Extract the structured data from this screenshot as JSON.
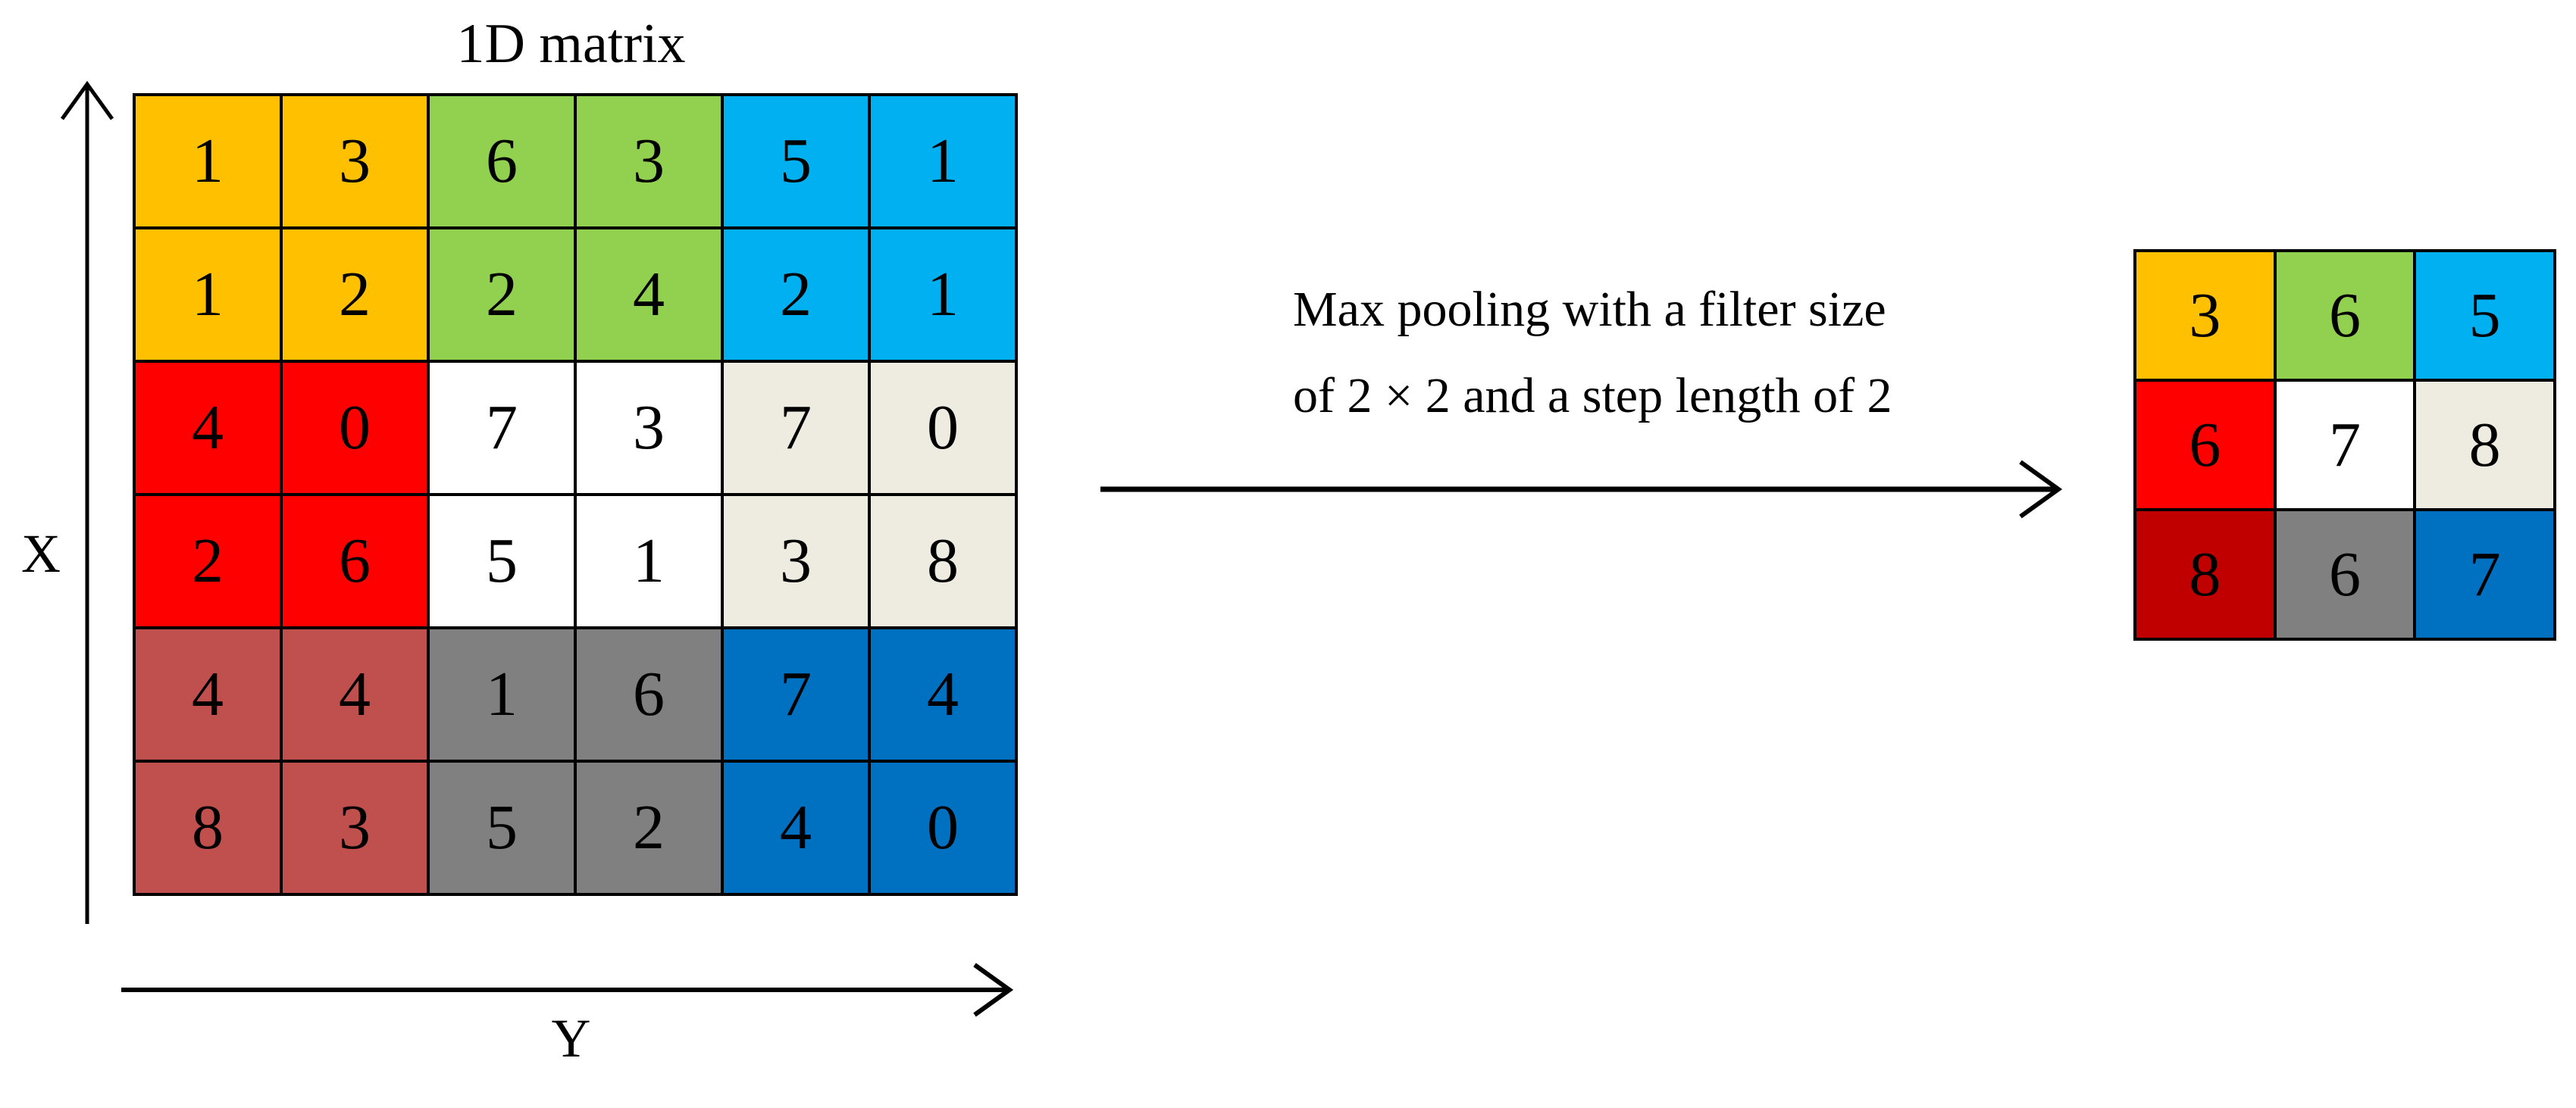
{
  "title": "1D matrix",
  "axes": {
    "x": "X",
    "y": "Y"
  },
  "operation": {
    "line1": "Max pooling with a filter size",
    "line2": "of 2 × 2 and a step length of 2"
  },
  "input_matrix": {
    "rows": 6,
    "cols": 6,
    "values": [
      [
        1,
        3,
        6,
        3,
        5,
        1
      ],
      [
        1,
        2,
        2,
        4,
        2,
        1
      ],
      [
        4,
        0,
        7,
        3,
        7,
        0
      ],
      [
        2,
        6,
        5,
        1,
        3,
        8
      ],
      [
        4,
        4,
        1,
        6,
        7,
        4
      ],
      [
        8,
        3,
        5,
        2,
        4,
        0
      ]
    ],
    "block_colors": [
      [
        "#FFC000",
        "#92D050",
        "#00B0F0"
      ],
      [
        "#FF0000",
        "#FFFFFF",
        "#EEECE1"
      ],
      [
        "#C0504D",
        "#808080",
        "#0070C0"
      ]
    ]
  },
  "output_matrix": {
    "rows": 3,
    "cols": 3,
    "values": [
      [
        3,
        6,
        5
      ],
      [
        6,
        7,
        8
      ],
      [
        8,
        6,
        7
      ]
    ],
    "cell_colors": [
      [
        "#FFC000",
        "#92D050",
        "#00B0F0"
      ],
      [
        "#FF0000",
        "#FFFFFF",
        "#EEECE1"
      ],
      [
        "#C00000",
        "#808080",
        "#0070C0"
      ]
    ]
  },
  "line_color": "#000000"
}
